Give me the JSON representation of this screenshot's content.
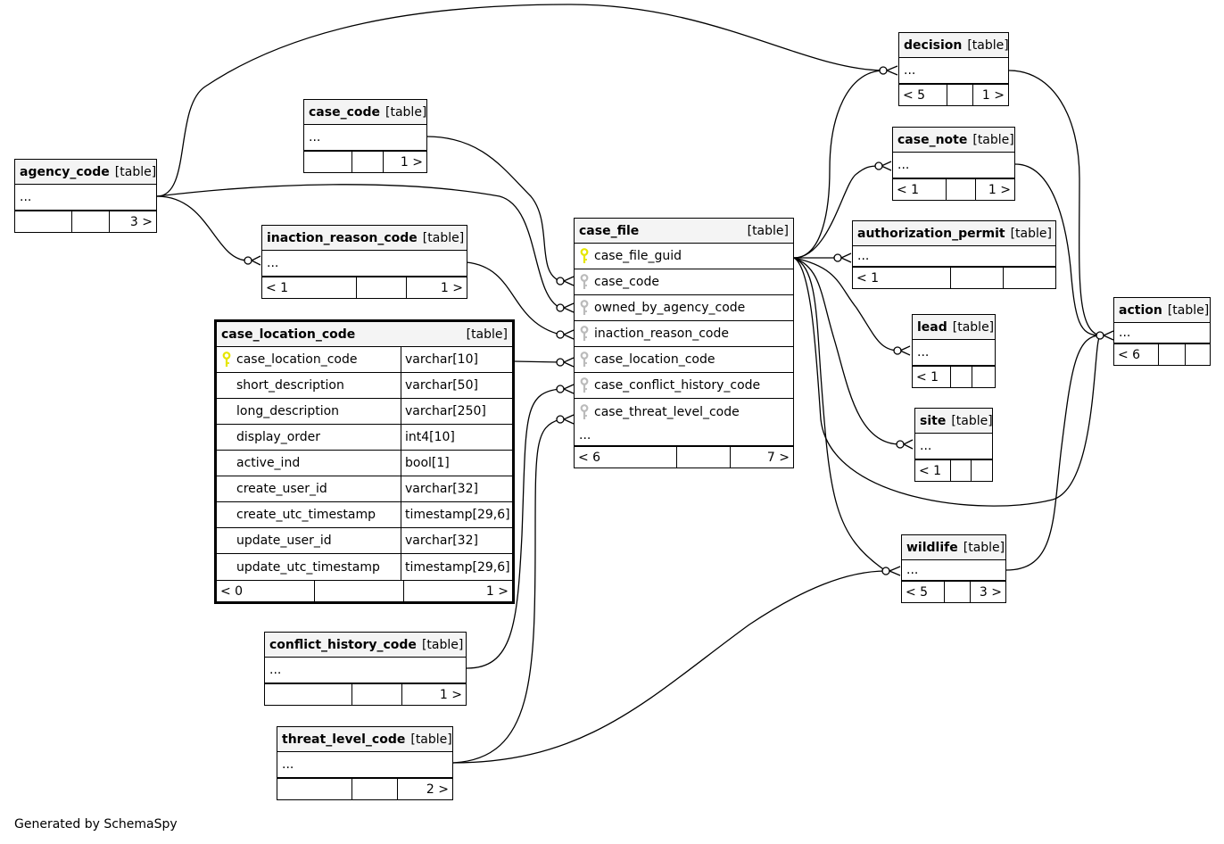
{
  "tag_label": "[table]",
  "footer_text": "Generated by SchemaSpy",
  "colors": {
    "primary_key": "#e6e600",
    "foreign_key": "#bbbbbb",
    "header_bg": "#f4f4f4"
  },
  "tables": {
    "agency_code": {
      "name": "agency_code",
      "rows": [
        "..."
      ],
      "children_count": "3 >"
    },
    "case_code": {
      "name": "case_code",
      "rows": [
        "..."
      ],
      "children_count": "1 >"
    },
    "inaction_reason_code": {
      "name": "inaction_reason_code",
      "rows": [
        "..."
      ],
      "parents_count": "< 1",
      "children_count": "1 >"
    },
    "case_location_code": {
      "name": "case_location_code",
      "columns": [
        {
          "name": "case_location_code",
          "type": "varchar[10]",
          "key": "primary"
        },
        {
          "name": "short_description",
          "type": "varchar[50]",
          "key": ""
        },
        {
          "name": "long_description",
          "type": "varchar[250]",
          "key": ""
        },
        {
          "name": "display_order",
          "type": "int4[10]",
          "key": ""
        },
        {
          "name": "active_ind",
          "type": "bool[1]",
          "key": ""
        },
        {
          "name": "create_user_id",
          "type": "varchar[32]",
          "key": ""
        },
        {
          "name": "create_utc_timestamp",
          "type": "timestamp[29,6]",
          "key": ""
        },
        {
          "name": "update_user_id",
          "type": "varchar[32]",
          "key": ""
        },
        {
          "name": "update_utc_timestamp",
          "type": "timestamp[29,6]",
          "key": ""
        }
      ],
      "parents_count": "< 0",
      "children_count": "1 >"
    },
    "conflict_history_code": {
      "name": "conflict_history_code",
      "rows": [
        "..."
      ],
      "children_count": "1 >"
    },
    "threat_level_code": {
      "name": "threat_level_code",
      "rows": [
        "..."
      ],
      "children_count": "2 >"
    },
    "case_file": {
      "name": "case_file",
      "columns": [
        {
          "name": "case_file_guid",
          "key": "primary"
        },
        {
          "name": "case_code",
          "key": "foreign"
        },
        {
          "name": "owned_by_agency_code",
          "key": "foreign"
        },
        {
          "name": "inaction_reason_code",
          "key": "foreign"
        },
        {
          "name": "case_location_code",
          "key": "foreign"
        },
        {
          "name": "case_conflict_history_code",
          "key": "foreign"
        },
        {
          "name": "case_threat_level_code",
          "key": "foreign"
        }
      ],
      "more": "...",
      "parents_count": "< 6",
      "children_count": "7 >"
    },
    "decision": {
      "name": "decision",
      "rows": [
        "..."
      ],
      "parents_count": "< 5",
      "children_count": "1 >"
    },
    "case_note": {
      "name": "case_note",
      "rows": [
        "..."
      ],
      "parents_count": "< 1",
      "children_count": "1 >"
    },
    "authorization_permit": {
      "name": "authorization_permit",
      "rows": [
        "..."
      ],
      "parents_count": "< 1"
    },
    "lead": {
      "name": "lead",
      "rows": [
        "..."
      ],
      "parents_count": "< 1"
    },
    "site": {
      "name": "site",
      "rows": [
        "..."
      ],
      "parents_count": "< 1"
    },
    "wildlife": {
      "name": "wildlife",
      "rows": [
        "..."
      ],
      "parents_count": "< 5",
      "children_count": "3 >"
    },
    "action": {
      "name": "action",
      "rows": [
        "..."
      ],
      "parents_count": "< 6"
    }
  }
}
